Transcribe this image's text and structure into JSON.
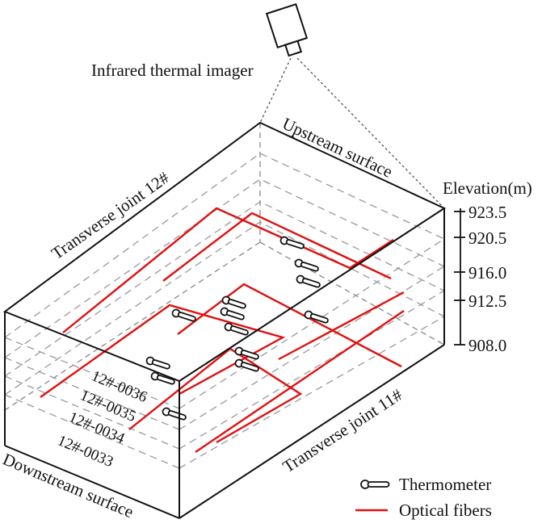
{
  "labels": {
    "imager": "Infrared thermal imager",
    "upstream": "Upstream surface",
    "downstream": "Downstream surface",
    "joint12": "Transverse joint 12#",
    "joint11": "Transverse joint 11#",
    "elevation_title": "Elevation(m)"
  },
  "elevations": [
    "923.5",
    "920.5",
    "916.0",
    "912.5",
    "908.0"
  ],
  "layers": [
    "12#-0036",
    "12#-0035",
    "12#-0034",
    "12#-0033"
  ],
  "legend": {
    "thermometer": "Thermometer",
    "optical_fibers": "Optical fibers"
  },
  "colors": {
    "fiber": "#e01010",
    "edge": "#111111"
  }
}
